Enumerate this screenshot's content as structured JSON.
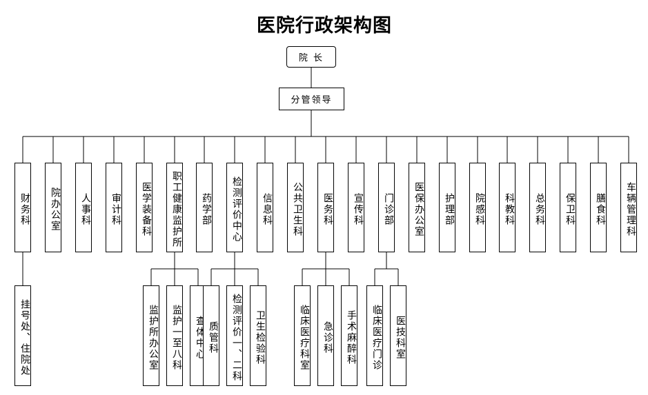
{
  "title": "医院行政架构图",
  "root": {
    "label": "院 长"
  },
  "manager": {
    "label": "分管领导"
  },
  "departments": [
    {
      "id": "caiwu",
      "label": "财务科"
    },
    {
      "id": "yuanban",
      "label": "院办公室"
    },
    {
      "id": "renshi",
      "label": "人事科"
    },
    {
      "id": "shenji",
      "label": "审计科"
    },
    {
      "id": "yixue",
      "label": "医学装备科"
    },
    {
      "id": "zhigong",
      "label": "职工健康监护所"
    },
    {
      "id": "yaoxue",
      "label": "药学部"
    },
    {
      "id": "jiance",
      "label": "检测评价中心"
    },
    {
      "id": "xinxi",
      "label": "信息科"
    },
    {
      "id": "gonggong",
      "label": "公共卫生科"
    },
    {
      "id": "yiwu",
      "label": "医务科"
    },
    {
      "id": "xuanchuan",
      "label": "宣传科"
    },
    {
      "id": "menzhen",
      "label": "门诊部"
    },
    {
      "id": "yibao",
      "label": "医保办公室"
    },
    {
      "id": "huli",
      "label": "护理部"
    },
    {
      "id": "yuangan",
      "label": "院感科"
    },
    {
      "id": "kejiao",
      "label": "科教科"
    },
    {
      "id": "zongwu",
      "label": "总务科"
    },
    {
      "id": "baowei",
      "label": "保卫科"
    },
    {
      "id": "shanshi",
      "label": "膳食科"
    },
    {
      "id": "cheliang",
      "label": "车辆管理科"
    }
  ],
  "subunits": [
    {
      "parent": "caiwu",
      "label": "挂号处、住院处"
    },
    {
      "parent": "zhigong",
      "label": "监护所办公室"
    },
    {
      "parent": "zhigong",
      "label": "监护一至八科"
    },
    {
      "parent": "zhigong",
      "label": "查体中心"
    },
    {
      "parent": "jiance",
      "label": "质管科"
    },
    {
      "parent": "jiance",
      "label": "检测评价一、二科"
    },
    {
      "parent": "jiance",
      "label": "卫生检验科"
    },
    {
      "parent": "yiwu",
      "label": "临床医疗科室"
    },
    {
      "parent": "yiwu",
      "label": "急诊科"
    },
    {
      "parent": "yiwu",
      "label": "手术麻醉科"
    },
    {
      "parent": "menzhen",
      "label": "临床医疗门诊"
    },
    {
      "parent": "menzhen",
      "label": "医技科室"
    }
  ]
}
